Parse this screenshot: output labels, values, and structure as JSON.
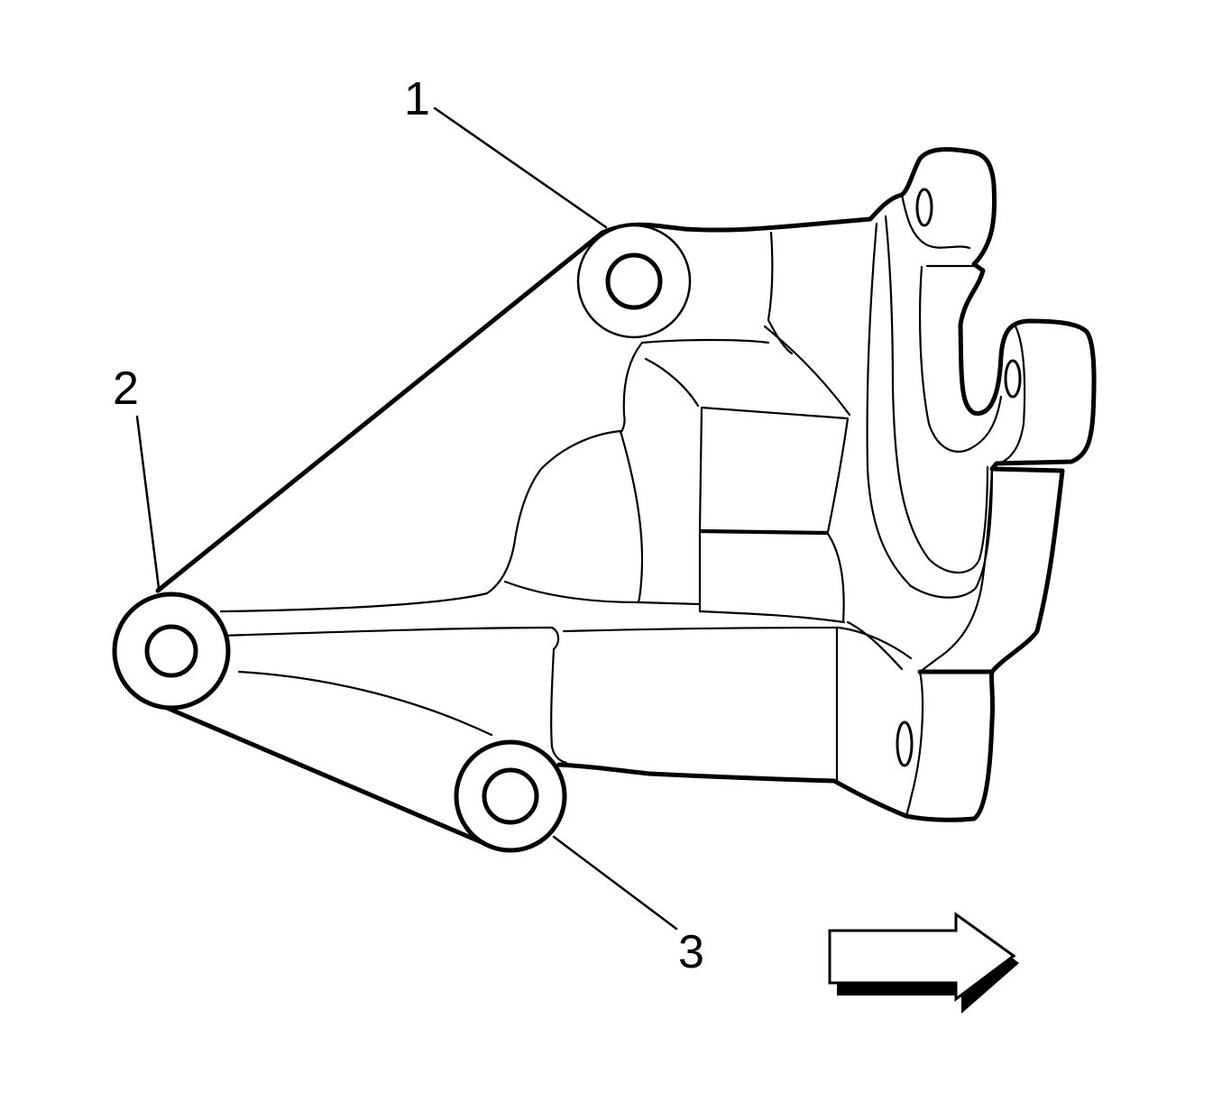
{
  "callouts": [
    {
      "id": "1",
      "label": "1"
    },
    {
      "id": "2",
      "label": "2"
    },
    {
      "id": "3",
      "label": "3"
    }
  ],
  "direction_arrow": {
    "icon": "arrow-right-icon"
  },
  "colors": {
    "line": "#000000",
    "background": "#ffffff"
  }
}
